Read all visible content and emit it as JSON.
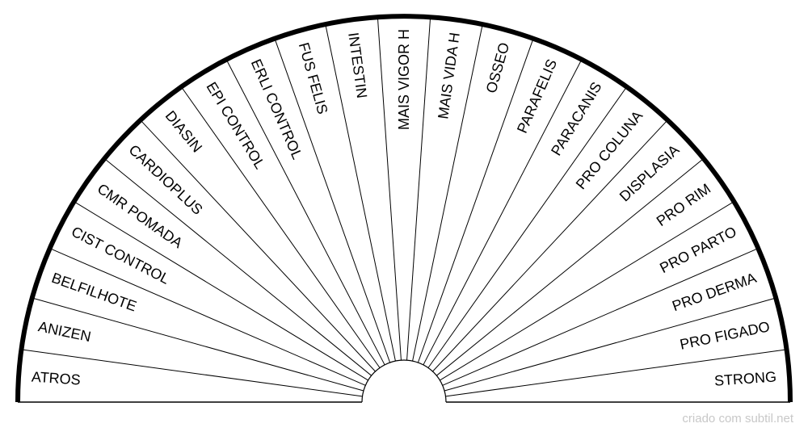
{
  "diagram": {
    "type": "radiesthesia-semicircle-chart",
    "labels": [
      "ATROS",
      "ANIZEN",
      "BELFILHOTE",
      "CIST CONTROL",
      "CMR POMADA",
      "CARDIOPLUS",
      "DIASIN",
      "EPI CONTROL",
      "ERLI CONTROL",
      "FUS FELIS",
      "INTESTIN",
      "MAIS VIGOR H",
      "MAIS VIDA H",
      "OSSEO",
      "PARAFELIS",
      "PARACANIS",
      "PRO COLUNA",
      "DISPLASIA",
      "PRO RIM",
      "PRO PARTO",
      "PRO DERMA",
      "PRO FIGADO",
      "STRONG"
    ]
  },
  "footer": {
    "credit": "criado com subtil.net"
  }
}
